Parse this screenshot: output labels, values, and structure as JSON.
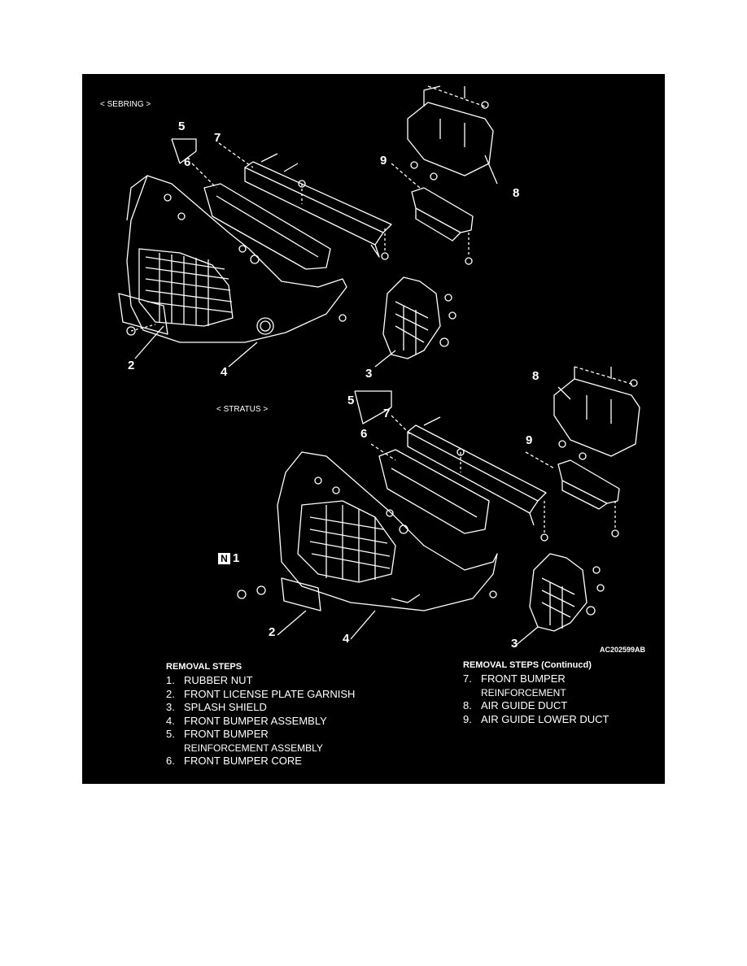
{
  "diagram": {
    "title_sebring": "< SEBRING >",
    "title_stratus": "< STRATUS >",
    "figure_code": "AC202599AB",
    "callouts_sebring": [
      "5",
      "7",
      "6",
      "9",
      "8",
      "2",
      "4",
      "3"
    ],
    "callouts_stratus": [
      "5",
      "7",
      "6",
      "8",
      "9",
      "1",
      "2",
      "4",
      "3"
    ],
    "nut_box_label": "N",
    "colors": {
      "background": "#000000",
      "line": "#ffffff"
    }
  },
  "removal_steps": {
    "heading": "REMOVAL STEPS",
    "heading_continued": "REMOVAL STEPS (Continucd)",
    "items": [
      {
        "n": "1.",
        "text": "RUBBER NUT"
      },
      {
        "n": "2.",
        "text": "FRONT LICENSE PLATE GARNISH"
      },
      {
        "n": "3.",
        "text": "SPLASH SHIELD"
      },
      {
        "n": "4.",
        "text": "FRONT BUMPER ASSEMBLY"
      },
      {
        "n": "5.",
        "text": "FRONT BUMPER",
        "cont": "REINFORCEMENT ASSEMBLY"
      },
      {
        "n": "6.",
        "text": "FRONT BUMPER CORE"
      },
      {
        "n": "7.",
        "text": "FRONT BUMPER",
        "cont": "REINFORCEMENT"
      },
      {
        "n": "8.",
        "text": "AIR GUIDE DUCT"
      },
      {
        "n": "9.",
        "text": "AIR GUIDE LOWER DUCT"
      }
    ]
  }
}
